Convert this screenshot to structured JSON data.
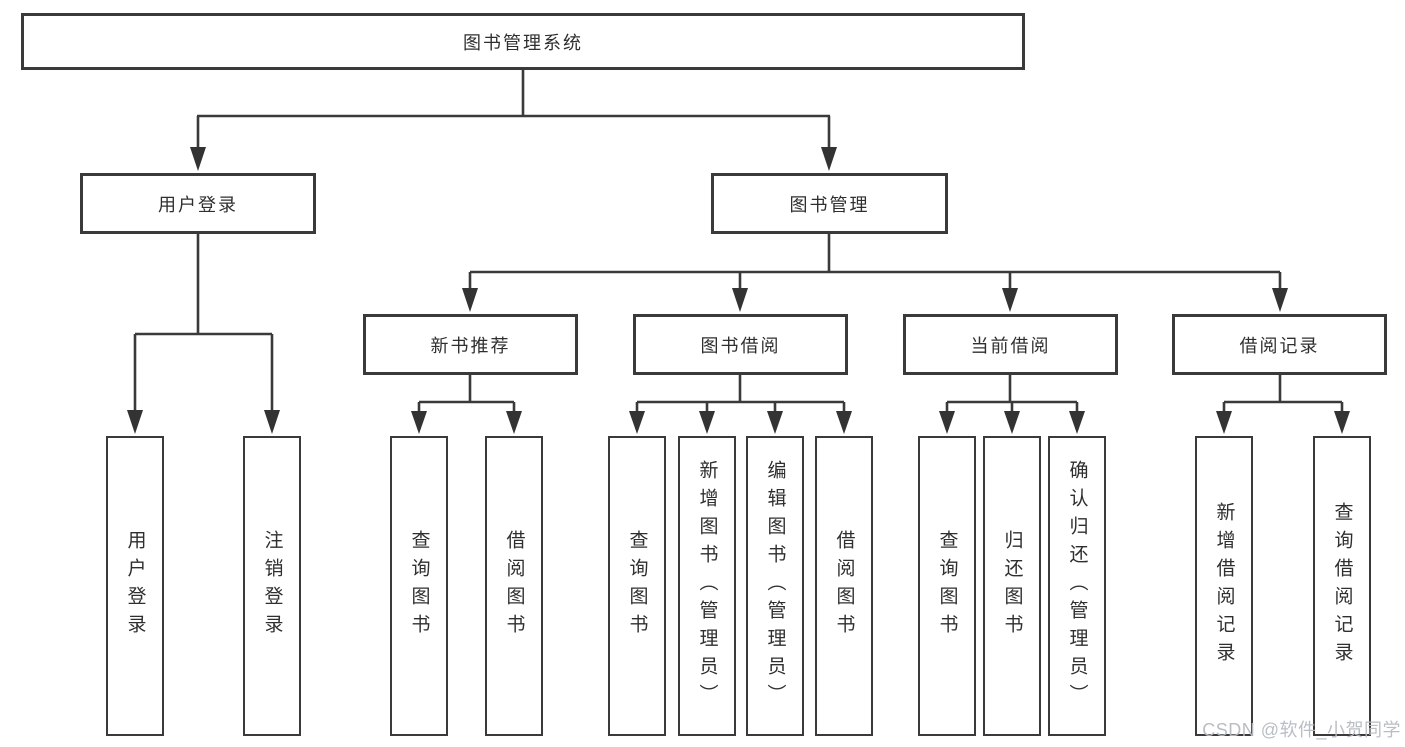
{
  "tree": {
    "root": {
      "label": "图书管理系统"
    },
    "branches": [
      {
        "label": "用户登录",
        "children": [
          {
            "label": "用户登录"
          },
          {
            "label": "注销登录"
          }
        ]
      },
      {
        "label": "图书管理",
        "children": [
          {
            "label": "新书推荐",
            "children": [
              {
                "label": "查询图书"
              },
              {
                "label": "借阅图书"
              }
            ]
          },
          {
            "label": "图书借阅",
            "children": [
              {
                "label": "查询图书"
              },
              {
                "label": "新增图书（管理员）"
              },
              {
                "label": "编辑图书（管理员）"
              },
              {
                "label": "借阅图书"
              }
            ]
          },
          {
            "label": "当前借阅",
            "children": [
              {
                "label": "查询图书"
              },
              {
                "label": "归还图书"
              },
              {
                "label": "确认归还（管理员）"
              }
            ]
          },
          {
            "label": "借阅记录",
            "children": [
              {
                "label": "新增借阅记录"
              },
              {
                "label": "查询借阅记录"
              }
            ]
          }
        ]
      }
    ]
  },
  "watermark": {
    "text": "CSDN @软件_小贺同学"
  },
  "colors": {
    "line": "#3a3a3a",
    "arrow": "#333333",
    "text": "#2f2f2f",
    "watermark": "#b5bac2",
    "background": "#ffffff"
  }
}
